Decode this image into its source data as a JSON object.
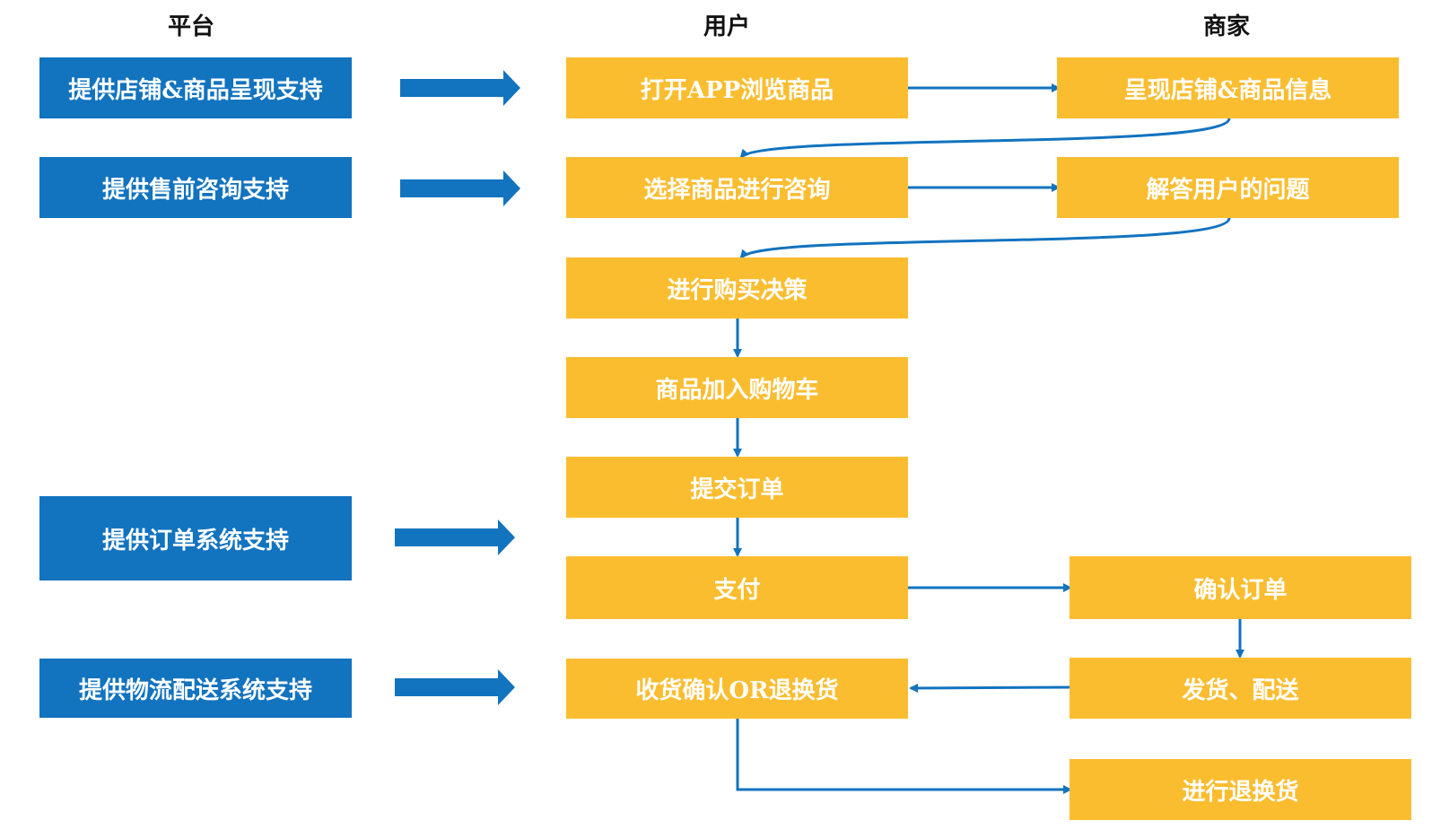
{
  "colors": {
    "platform": "#1273bf",
    "step": "#fbbd30",
    "connector": "#1273bf"
  },
  "headers": {
    "platform": "平台",
    "user": "用户",
    "merchant": "商家"
  },
  "platform": {
    "shop_display_support": "提供店铺&商品呈现支持",
    "presale_consult_support": "提供售前咨询支持",
    "order_system_support": "提供订单系统支持",
    "logistics_support": "提供物流配送系统支持"
  },
  "user": {
    "open_app": "打开APP浏览商品",
    "select_consult": "选择商品进行咨询",
    "purchase_decision": "进行购买决策",
    "add_to_cart": "商品加入购物车",
    "submit_order": "提交订单",
    "pay": "支付",
    "receive_or_return": "收货确认OR退换货"
  },
  "merchant": {
    "show_info": "呈现店铺&商品信息",
    "answer_questions": "解答用户的问题",
    "confirm_order": "确认订单",
    "ship": "发货、配送",
    "process_return": "进行退换货"
  }
}
